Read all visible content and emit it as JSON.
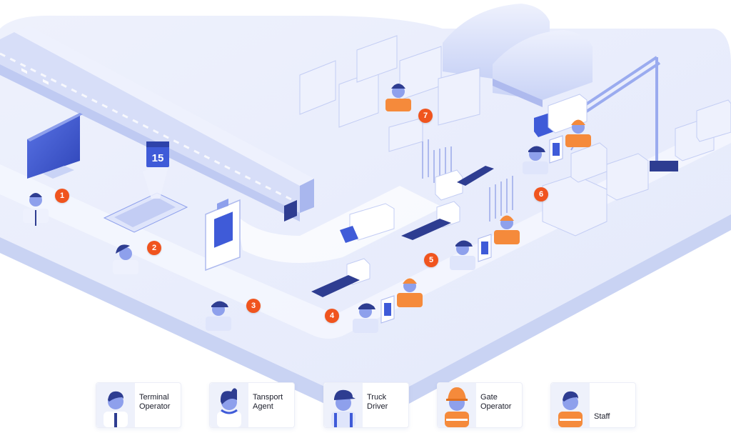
{
  "scene": {
    "calendar_day": "15",
    "markers": [
      "1",
      "2",
      "3",
      "4",
      "5",
      "6",
      "7"
    ]
  },
  "legend": [
    {
      "label": "Terminal\nOperator",
      "icon": "terminal-operator-icon"
    },
    {
      "label": "Tansport\nAgent",
      "icon": "transport-agent-icon"
    },
    {
      "label": "Truck\nDriver",
      "icon": "truck-driver-icon"
    },
    {
      "label": "Gate\nOperator",
      "icon": "gate-operator-icon"
    },
    {
      "label": "Staff",
      "icon": "staff-icon"
    }
  ],
  "colors": {
    "marker": "#f0541e",
    "primary_blue": "#3f5bd8",
    "light_blue": "#dfe5fb",
    "safety_orange": "#f58a3b",
    "ground": "#eef1fc"
  }
}
